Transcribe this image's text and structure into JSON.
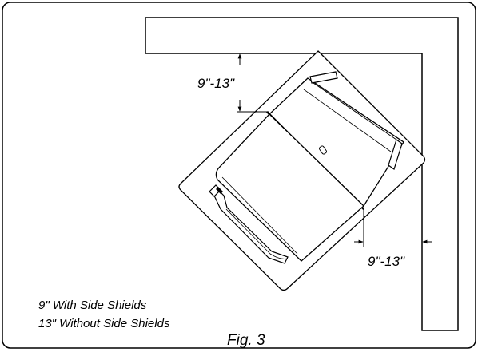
{
  "dimensions": {
    "back_wall_clearance": "9\"-13\"",
    "side_wall_clearance": "9\"-13\""
  },
  "notes": {
    "with_shields": "9\" With Side Shields",
    "without_shields": "13\" Without Side Shields"
  },
  "caption": "Fig. 3"
}
